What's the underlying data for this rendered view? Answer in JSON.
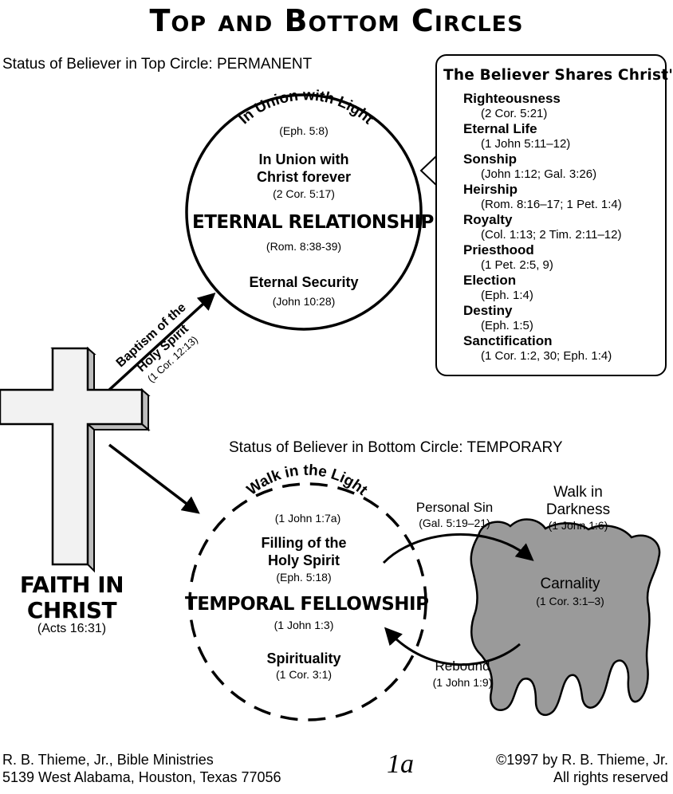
{
  "title": {
    "word1": "T",
    "word1_rest": "OP",
    "and": "AND",
    "word2": "B",
    "word2_rest": "OTTOM",
    "word3": "C",
    "word3_rest": "IRCLES"
  },
  "top_status": "Status of Believer in Top Circle: PERMANENT",
  "bottom_status": "Status of Believer in Bottom Circle: TEMPORARY",
  "top_circle": {
    "arc_label": "In Union with Light",
    "arc_ref": "(Eph. 5:8)",
    "union_line1": "In Union with",
    "union_line2": "Christ forever",
    "union_ref": "(2 Cor. 5:17)",
    "relationship": "ETERNAL RELATIONSHIP",
    "relationship_ref": "(Rom. 8:38-39)",
    "security": "Eternal Security",
    "security_ref": "(John 10:28)"
  },
  "shares": {
    "title": "The Believer Shares Christ's:",
    "items": [
      {
        "name": "Righteousness",
        "ref": "(2 Cor. 5:21)"
      },
      {
        "name": "Eternal Life",
        "ref": "(1 John 5:11–12)"
      },
      {
        "name": "Sonship",
        "ref": "(John 1:12; Gal. 3:26)"
      },
      {
        "name": "Heirship",
        "ref": "(Rom. 8:16–17; 1 Pet. 1:4)"
      },
      {
        "name": "Royalty",
        "ref": "(Col. 1:13; 2 Tim. 2:11–12)"
      },
      {
        "name": "Priesthood",
        "ref": "(1 Pet. 2:5, 9)"
      },
      {
        "name": "Election",
        "ref": "(Eph. 1:4)"
      },
      {
        "name": "Destiny",
        "ref": "(Eph. 1:5)"
      },
      {
        "name": "Sanctification",
        "ref": "(1 Cor. 1:2, 30; Eph. 1:4)"
      }
    ]
  },
  "baptism": {
    "line1": "Baptism of the",
    "line2": "Holy Spirit",
    "ref": "(1 Cor. 12:13)"
  },
  "faith": {
    "line1": "FAITH IN",
    "line2": "CHRIST",
    "ref": "(Acts 16:31)"
  },
  "bottom_circle": {
    "arc_label": "Walk in the Light",
    "arc_ref": "(1 John 1:7a)",
    "filling_line1": "Filling of the",
    "filling_line2": "Holy Spirit",
    "filling_ref": "(Eph. 5:18)",
    "fellowship": "TEMPORAL FELLOWSHIP",
    "fellowship_ref": "(1 John 1:3)",
    "spirituality": "Spirituality",
    "spirituality_ref": "(1 Cor. 3:1)"
  },
  "personal_sin": {
    "label": "Personal Sin",
    "ref": "(Gal. 5:19–21)"
  },
  "rebound": {
    "label": "Rebound",
    "ref": "(1 John 1:9)"
  },
  "darkness": {
    "line1": "Walk in",
    "line2": "Darkness",
    "ref": "(1 John 1:6)",
    "carnality": "Carnality",
    "carnality_ref": "(1 Cor. 3:1–3)"
  },
  "footer": {
    "left_line1": "R. B. Thieme, Jr., Bible Ministries",
    "left_line2": "5139 West Alabama, Houston, Texas 77056",
    "page": "1a",
    "right_line1": "©1997 by R. B. Thieme, Jr.",
    "right_line2": "All rights reserved"
  },
  "colors": {
    "ink": "#000000",
    "carnality_fill": "#9a9a9a",
    "cross_face": "#f2f2f2",
    "cross_side": "#bdbdbd"
  }
}
